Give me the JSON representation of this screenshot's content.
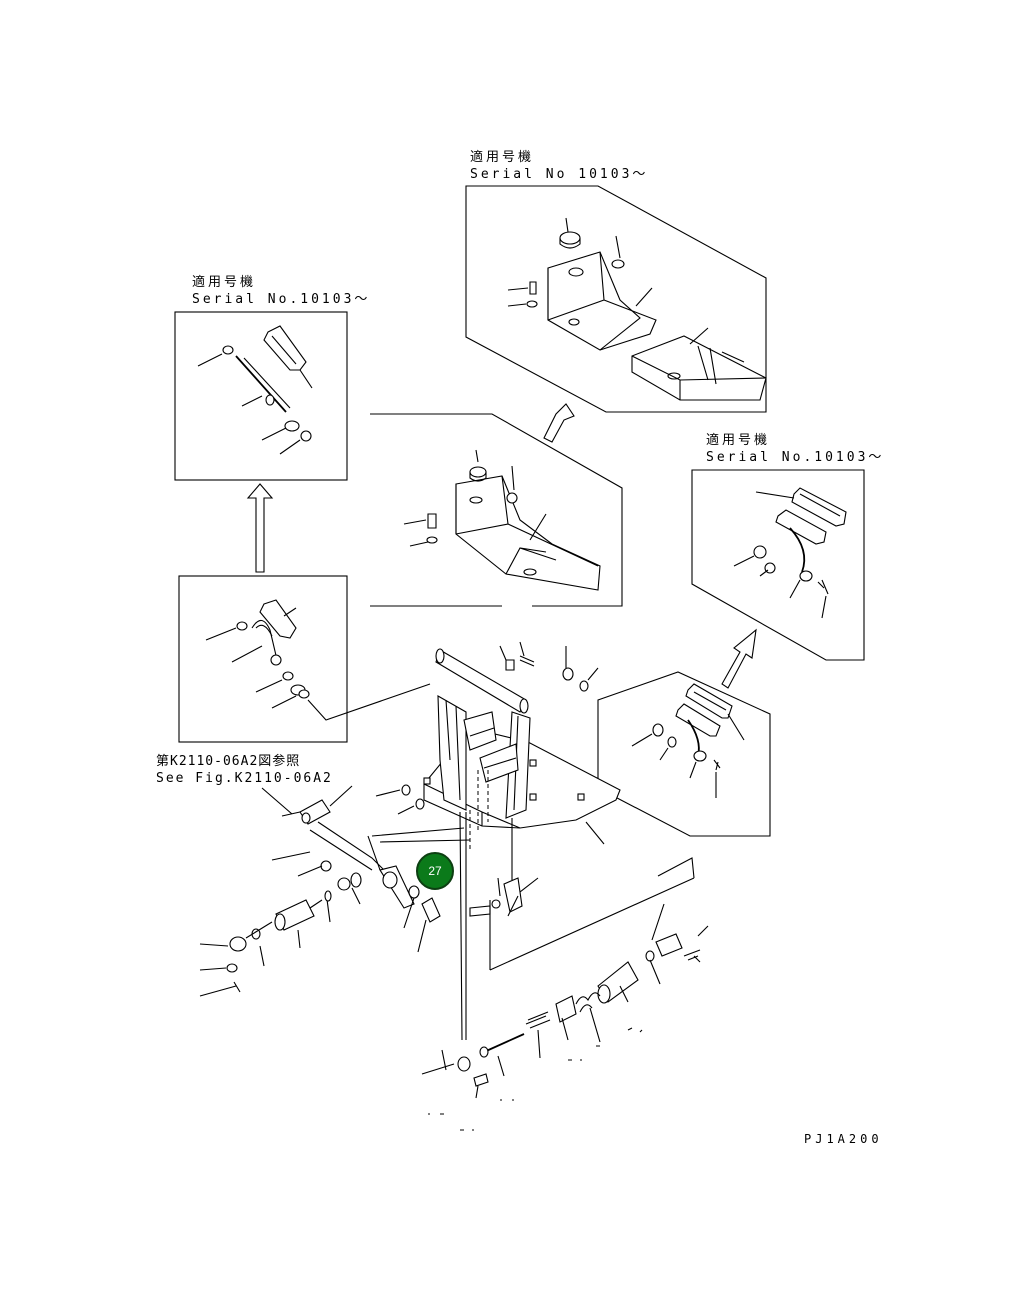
{
  "labels": {
    "serial_top_jp": "適用号機",
    "serial_top_en": "Serial No 10103～",
    "serial_left_jp": "適用号機",
    "serial_left_en": "Serial No.10103～",
    "serial_right_jp": "適用号機",
    "serial_right_en": "Serial No.10103～",
    "ref_jp": "第K2110-06A2図参照",
    "ref_en": "See Fig.K2110-06A2",
    "drawing_code": "PJ1A200"
  },
  "callout": {
    "number": "27",
    "color": "#0b7a1a"
  },
  "icons": {
    "arrows": "up-arrow-icon",
    "panels": "parts-inset-panel"
  }
}
